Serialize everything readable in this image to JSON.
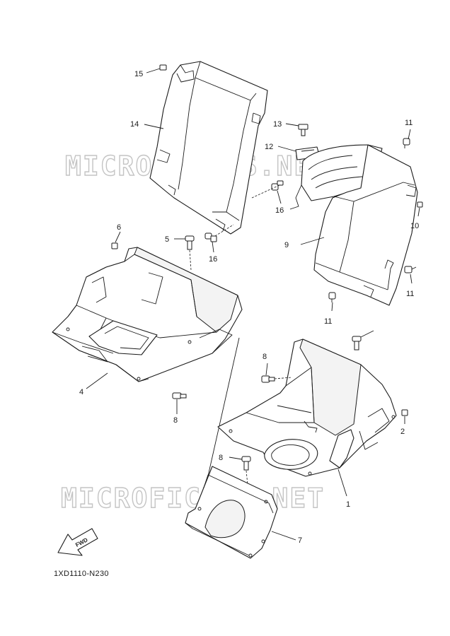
{
  "diagram": {
    "code": "1XD1110-N230",
    "watermark": "MICROFICHES.NET",
    "fwd_label": "FWD",
    "callouts": {
      "c1": "1",
      "c2": "2",
      "c4": "4",
      "c5": "5",
      "c6": "6",
      "c7": "7",
      "c8a": "8",
      "c8b": "8",
      "c8c": "8",
      "c9": "9",
      "c10": "10",
      "c11a": "11",
      "c11b": "11",
      "c11c": "11",
      "c12": "12",
      "c13": "13",
      "c14": "14",
      "c15": "15",
      "c16a": "16",
      "c16b": "16"
    }
  }
}
